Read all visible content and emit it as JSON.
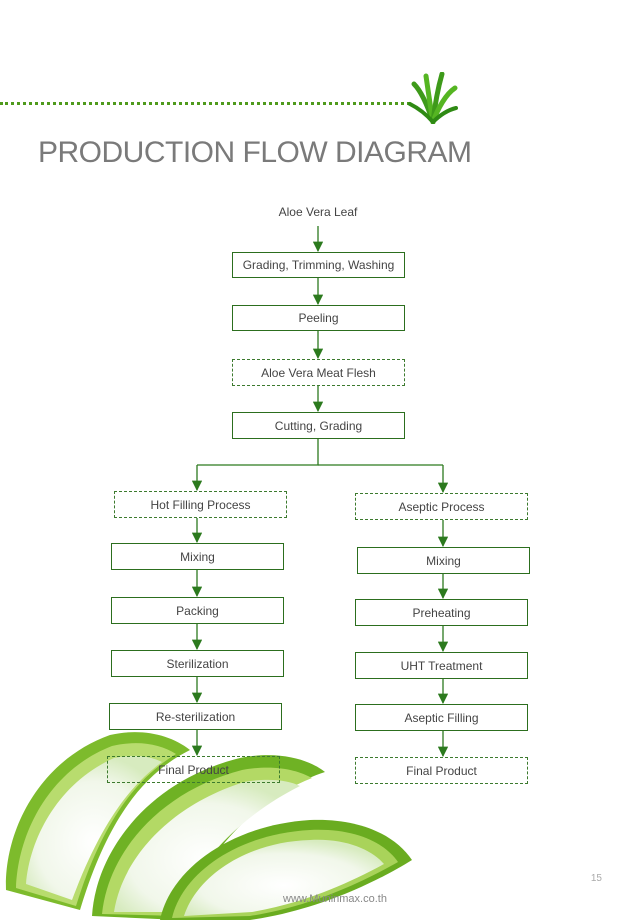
{
  "header": {
    "title": "PRODUCTION FLOW DIAGRAM"
  },
  "flow": {
    "start_label": "Aloe Vera Leaf",
    "main_steps": [
      "Grading, Trimming, Washing",
      "Peeling",
      "Aloe Vera Meat Flesh",
      "Cutting, Grading"
    ],
    "hot_filling": {
      "title": "Hot Filling Process",
      "steps": [
        "Mixing",
        "Packing",
        "Sterilization",
        "Re-sterilization",
        "Final Product"
      ]
    },
    "aseptic": {
      "title": "Aseptic Process",
      "steps": [
        "Mixing",
        "Preheating",
        "UHT Treatment",
        "Aseptic Filling",
        "Final Product"
      ]
    }
  },
  "footer": {
    "url": "www.Muninmax.co.th",
    "page_number": "15"
  },
  "colors": {
    "accent_green": "#2c7a1e",
    "title_gray": "#7a7a7a",
    "box_border": "#2c6e1e"
  }
}
